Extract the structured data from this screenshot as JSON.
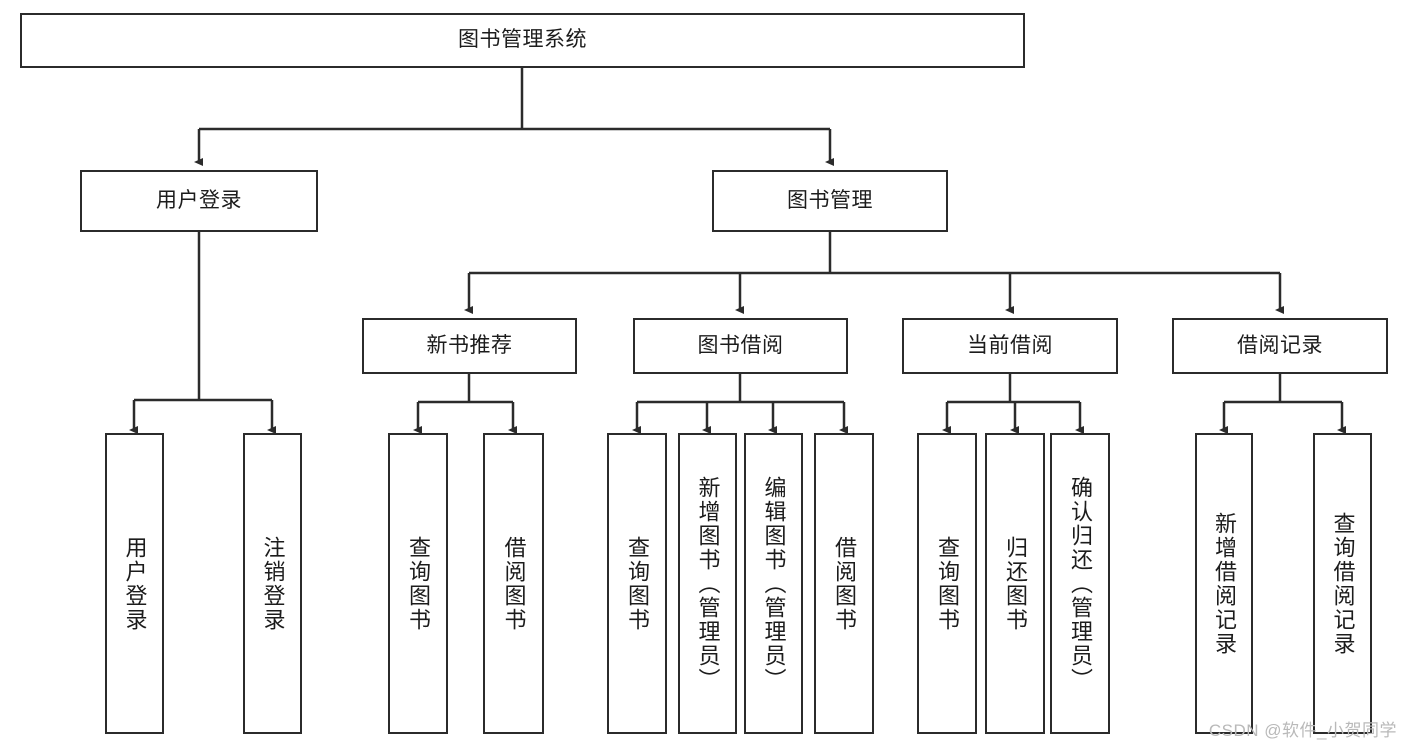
{
  "diagram": {
    "title": "图书管理系统",
    "type": "function-hierarchy-tree",
    "root": {
      "id": "root",
      "label": "图书管理系统"
    },
    "level2": [
      {
        "id": "user-login",
        "label": "用户登录"
      },
      {
        "id": "book-manage",
        "label": "图书管理"
      }
    ],
    "level3": [
      {
        "id": "new-book-recommend",
        "label": "新书推荐",
        "parent": "book-manage"
      },
      {
        "id": "book-borrow",
        "label": "图书借阅",
        "parent": "book-manage"
      },
      {
        "id": "current-borrow",
        "label": "当前借阅",
        "parent": "book-manage"
      },
      {
        "id": "borrow-record",
        "label": "借阅记录",
        "parent": "book-manage"
      }
    ],
    "leaves": [
      {
        "id": "leaf-user-login",
        "label": "用户登录",
        "parent": "user-login"
      },
      {
        "id": "leaf-user-logout",
        "label": "注销登录",
        "parent": "user-login"
      },
      {
        "id": "leaf-rec-query-book",
        "label": "查询图书",
        "parent": "new-book-recommend"
      },
      {
        "id": "leaf-rec-borrow-book",
        "label": "借阅图书",
        "parent": "new-book-recommend"
      },
      {
        "id": "leaf-borrow-query-book",
        "label": "查询图书",
        "parent": "book-borrow"
      },
      {
        "id": "leaf-borrow-add-book",
        "label": "新增图书（管理员）",
        "parent": "book-borrow"
      },
      {
        "id": "leaf-borrow-edit-book",
        "label": "编辑图书（管理员）",
        "parent": "book-borrow"
      },
      {
        "id": "leaf-borrow-borrow-book",
        "label": "借阅图书",
        "parent": "book-borrow"
      },
      {
        "id": "leaf-current-query-book",
        "label": "查询图书",
        "parent": "current-borrow"
      },
      {
        "id": "leaf-current-return-book",
        "label": "归还图书",
        "parent": "current-borrow"
      },
      {
        "id": "leaf-current-confirm-return",
        "label": "确认归还（管理员）",
        "parent": "current-borrow"
      },
      {
        "id": "leaf-record-add",
        "label": "新增借阅记录",
        "parent": "borrow-record"
      },
      {
        "id": "leaf-record-query",
        "label": "查询借阅记录",
        "parent": "borrow-record"
      }
    ]
  },
  "watermark": {
    "text": "CSDN @软件_小贺同学"
  },
  "colors": {
    "stroke": "#2b2b2b",
    "background": "#ffffff",
    "text": "#1c1c1c",
    "watermark": "#b9b9b9"
  }
}
